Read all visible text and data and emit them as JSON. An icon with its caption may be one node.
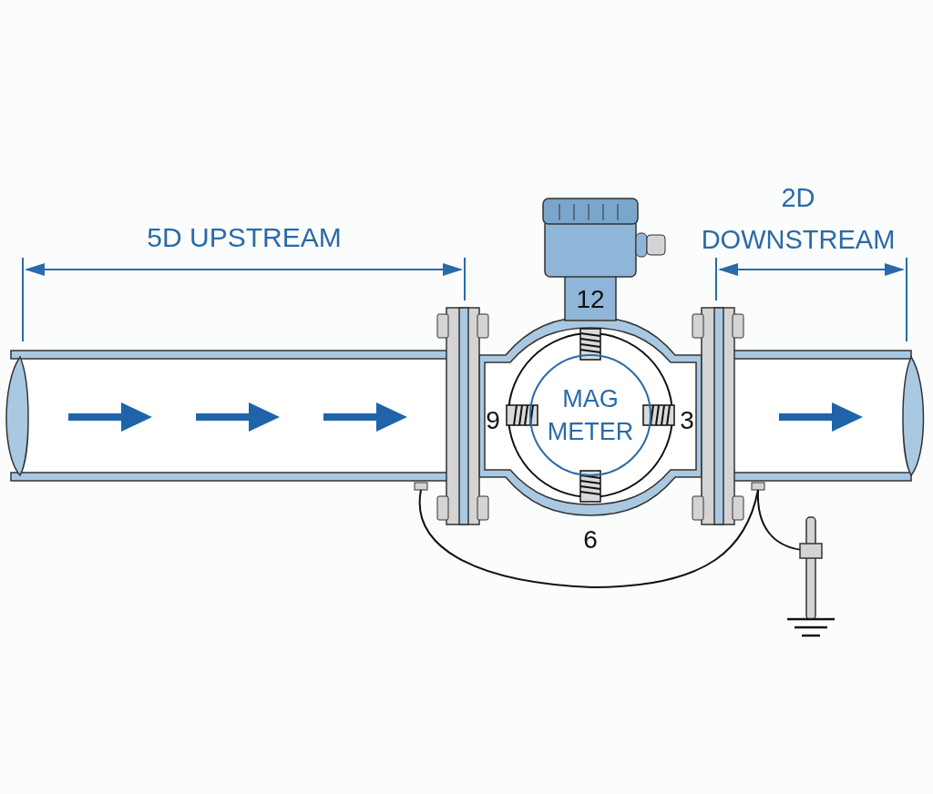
{
  "diagram": {
    "nodes": [
      {
        "text": [
          "MAG METER"
        ]
      }
    ],
    "labels": [
      "5D UPSTREAM",
      "2D DOWNSTREAM",
      "12",
      "9",
      "3",
      "6"
    ]
  }
}
